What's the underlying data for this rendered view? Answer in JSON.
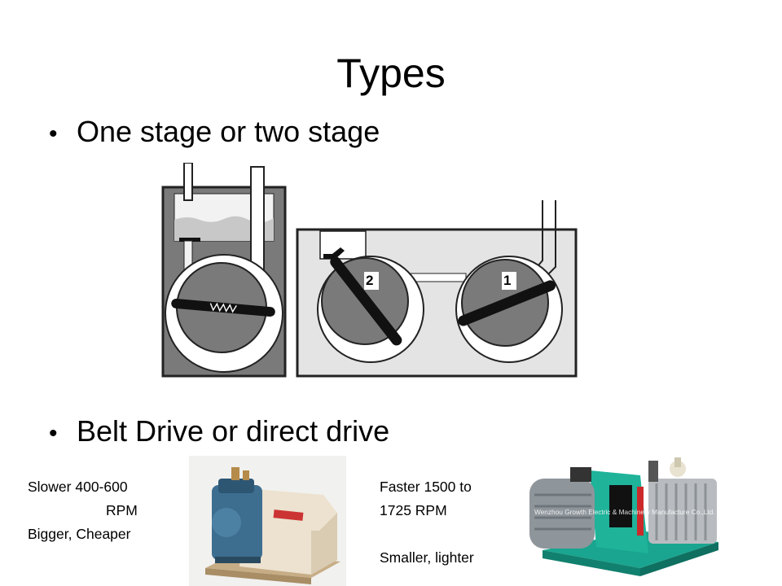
{
  "slide": {
    "title": "Types",
    "bullets": [
      {
        "text": "One stage or two stage",
        "marker": "•"
      },
      {
        "text": "Belt Drive or direct drive",
        "marker": "•"
      }
    ]
  },
  "diagram": {
    "stage_labels": [
      "2",
      "1"
    ]
  },
  "captions": {
    "belt_drive": {
      "line1": "Slower 400-600",
      "line2": "RPM",
      "line3": "Bigger, Cheaper"
    },
    "direct_drive": {
      "line1": "Faster 1500 to",
      "line2": "1725 RPM",
      "line3": "",
      "line4": "Smaller, lighter"
    }
  },
  "photos": {
    "direct_drive_watermark": "Wenzhou Growth Electric & Machinery Manufacture Co.,Ltd."
  },
  "colors": {
    "pump_housing": "#7a7a7a",
    "oil": "#c8c8c8",
    "motor_teal": "#19a58f",
    "belt_pump_blue": "#3d6e8f"
  }
}
